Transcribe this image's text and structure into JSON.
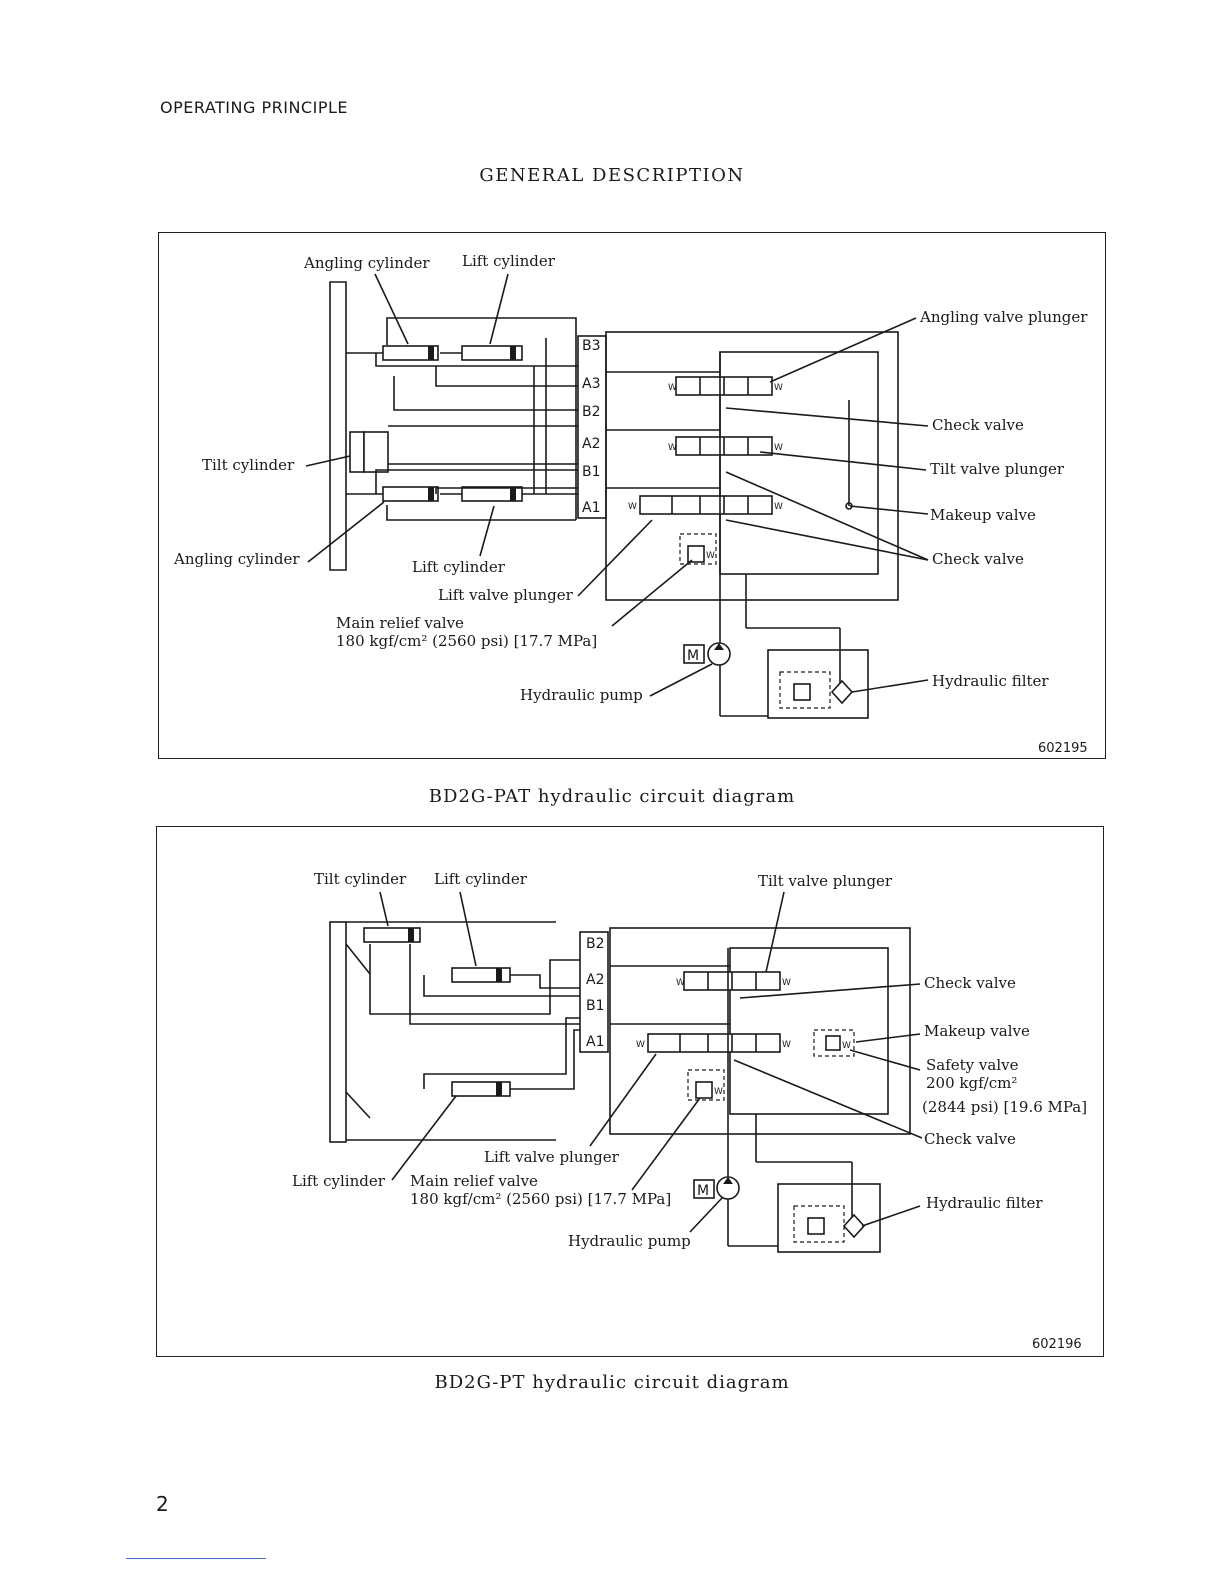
{
  "header": {
    "section": "OPERATING PRINCIPLE"
  },
  "title": "GENERAL DESCRIPTION",
  "diagram1": {
    "caption": "BD2G-PAT hydraulic circuit diagram",
    "figure_no": "602195",
    "ports": [
      "B3",
      "A3",
      "B2",
      "A2",
      "B1",
      "A1"
    ],
    "labels": {
      "angling_cylinder_top": "Angling cylinder",
      "lift_cylinder_top": "Lift cylinder",
      "angling_valve_plunger": "Angling valve plunger",
      "check_valve_1": "Check valve",
      "tilt_cylinder": "Tilt cylinder",
      "tilt_valve_plunger": "Tilt valve plunger",
      "makeup_valve": "Makeup valve",
      "angling_cylinder_bottom": "Angling cylinder",
      "check_valve_2": "Check valve",
      "lift_cylinder_bottom": "Lift cylinder",
      "lift_valve_plunger": "Lift valve plunger",
      "main_relief_valve": "Main relief valve",
      "main_relief_spec": "180 kgf/cm² (2560 psi) [17.7 MPa]",
      "hydraulic_filter": "Hydraulic filter",
      "hydraulic_pump": "Hydraulic pump"
    }
  },
  "diagram2": {
    "caption": "BD2G-PT hydraulic circuit diagram",
    "figure_no": "602196",
    "ports": [
      "B2",
      "A2",
      "B1",
      "A1"
    ],
    "labels": {
      "tilt_cylinder": "Tilt cylinder",
      "lift_cylinder_top": "Lift cylinder",
      "tilt_valve_plunger": "Tilt valve plunger",
      "check_valve_1": "Check valve",
      "makeup_valve": "Makeup valve",
      "safety_valve": "Safety valve",
      "safety_spec_1": "200 kgf/cm²",
      "safety_spec_2": "(2844 psi) [19.6 MPa]",
      "check_valve_2": "Check valve",
      "lift_valve_plunger": "Lift valve plunger",
      "lift_cylinder_bottom": "Lift cylinder",
      "main_relief_valve": "Main relief valve",
      "main_relief_spec": "180 kgf/cm² (2560 psi) [17.7 MPa]",
      "hydraulic_filter": "Hydraulic filter",
      "hydraulic_pump": "Hydraulic pump"
    }
  },
  "page_number": "2"
}
